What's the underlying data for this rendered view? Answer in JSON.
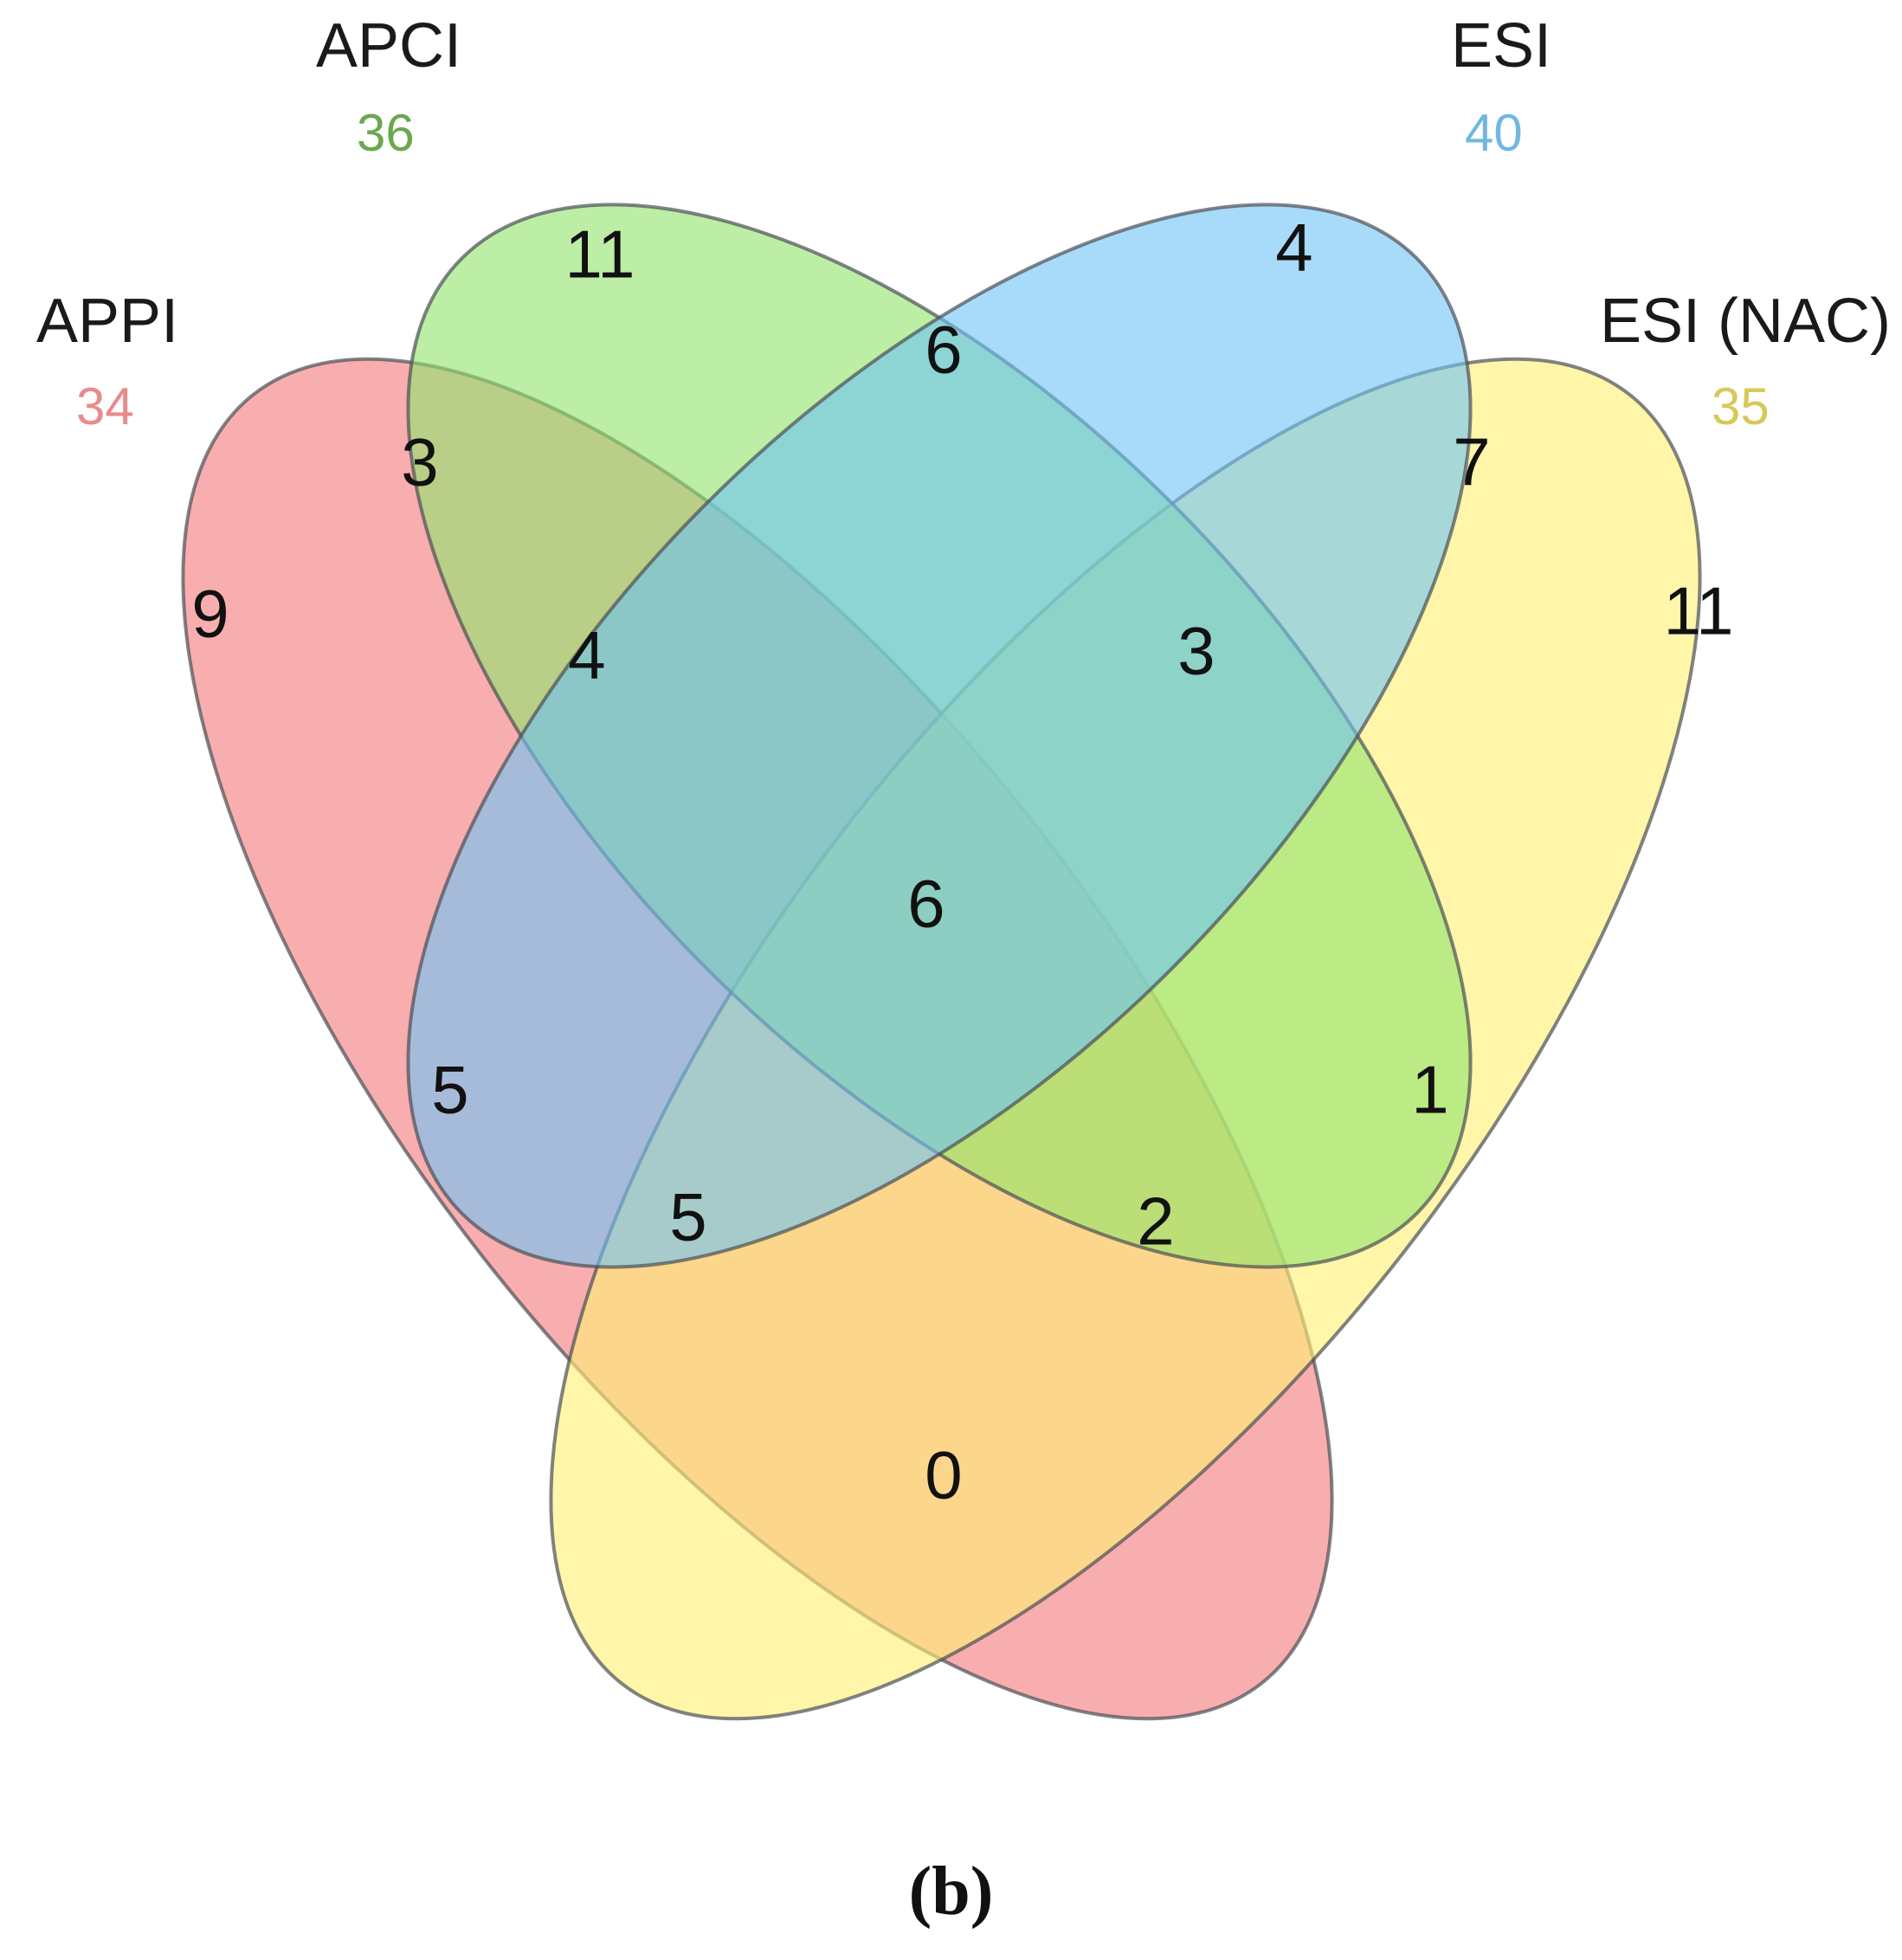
{
  "sets": [
    {
      "id": "appi",
      "name": "APPI",
      "total": "34",
      "color": "#f47c7c",
      "label_color": "#e88b8b"
    },
    {
      "id": "apci",
      "name": "APCI",
      "total": "36",
      "color": "#8fe36a",
      "label_color": "#6aa84f"
    },
    {
      "id": "esi",
      "name": "ESI",
      "total": "40",
      "color": "#6ec3f5",
      "label_color": "#6fb8e0"
    },
    {
      "id": "esi_nac",
      "name": "ESI (NAC)",
      "total": "35",
      "color": "#fff176",
      "label_color": "#d8c85a"
    }
  ],
  "regions": [
    {
      "id": "appi_only",
      "sets": [
        "APPI"
      ],
      "value": "9"
    },
    {
      "id": "apci_only",
      "sets": [
        "APCI"
      ],
      "value": "11"
    },
    {
      "id": "esi_only",
      "sets": [
        "ESI"
      ],
      "value": "4"
    },
    {
      "id": "esinac_only",
      "sets": [
        "ESI (NAC)"
      ],
      "value": "11"
    },
    {
      "id": "appi_apci",
      "sets": [
        "APPI",
        "APCI"
      ],
      "value": "3"
    },
    {
      "id": "apci_esi",
      "sets": [
        "APCI",
        "ESI"
      ],
      "value": "6"
    },
    {
      "id": "esi_esinac",
      "sets": [
        "ESI",
        "ESI (NAC)"
      ],
      "value": "7"
    },
    {
      "id": "appi_apci_esi",
      "sets": [
        "APPI",
        "APCI",
        "ESI"
      ],
      "value": "4"
    },
    {
      "id": "apci_esi_esinac",
      "sets": [
        "APCI",
        "ESI",
        "ESI (NAC)"
      ],
      "value": "3"
    },
    {
      "id": "all_four",
      "sets": [
        "APPI",
        "APCI",
        "ESI",
        "ESI (NAC)"
      ],
      "value": "6"
    },
    {
      "id": "appi_esi",
      "sets": [
        "APPI",
        "ESI"
      ],
      "value": "5"
    },
    {
      "id": "apci_esinac",
      "sets": [
        "APCI",
        "ESI (NAC)"
      ],
      "value": "1"
    },
    {
      "id": "appi_esi_esinac",
      "sets": [
        "APPI",
        "ESI",
        "ESI (NAC)"
      ],
      "value": "5"
    },
    {
      "id": "appi_apci_esinac",
      "sets": [
        "APPI",
        "APCI",
        "ESI (NAC)"
      ],
      "value": "2"
    },
    {
      "id": "appi_esinac",
      "sets": [
        "APPI",
        "ESI (NAC)"
      ],
      "value": "0"
    }
  ],
  "caption": "(b)"
}
